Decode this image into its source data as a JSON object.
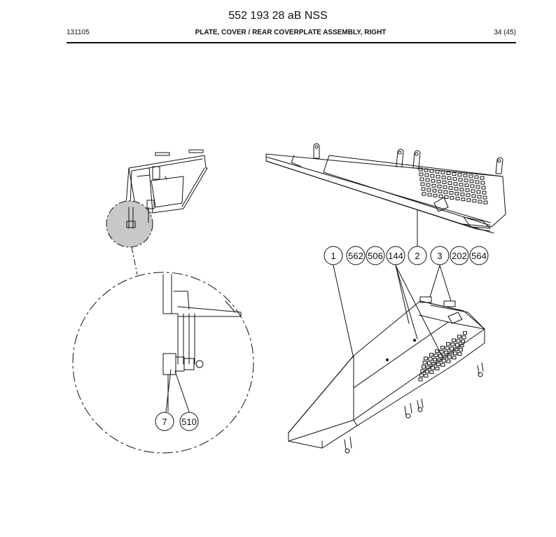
{
  "header": {
    "document_number": "552 193 28 aB NSS",
    "date_code": "131105",
    "description": "PLATE, COVER / REAR COVERPLATE ASSEMBLY, RIGHT",
    "page": "34 (45)"
  },
  "callouts": {
    "c1": "1",
    "c562": "562",
    "c506": "506",
    "c144": "144",
    "c2": "2",
    "c3": "3",
    "c202": "202",
    "c564": "564",
    "c7": "7",
    "c510": "510"
  },
  "colors": {
    "line": "#111111",
    "detail_fill": "#c8c8c8"
  }
}
